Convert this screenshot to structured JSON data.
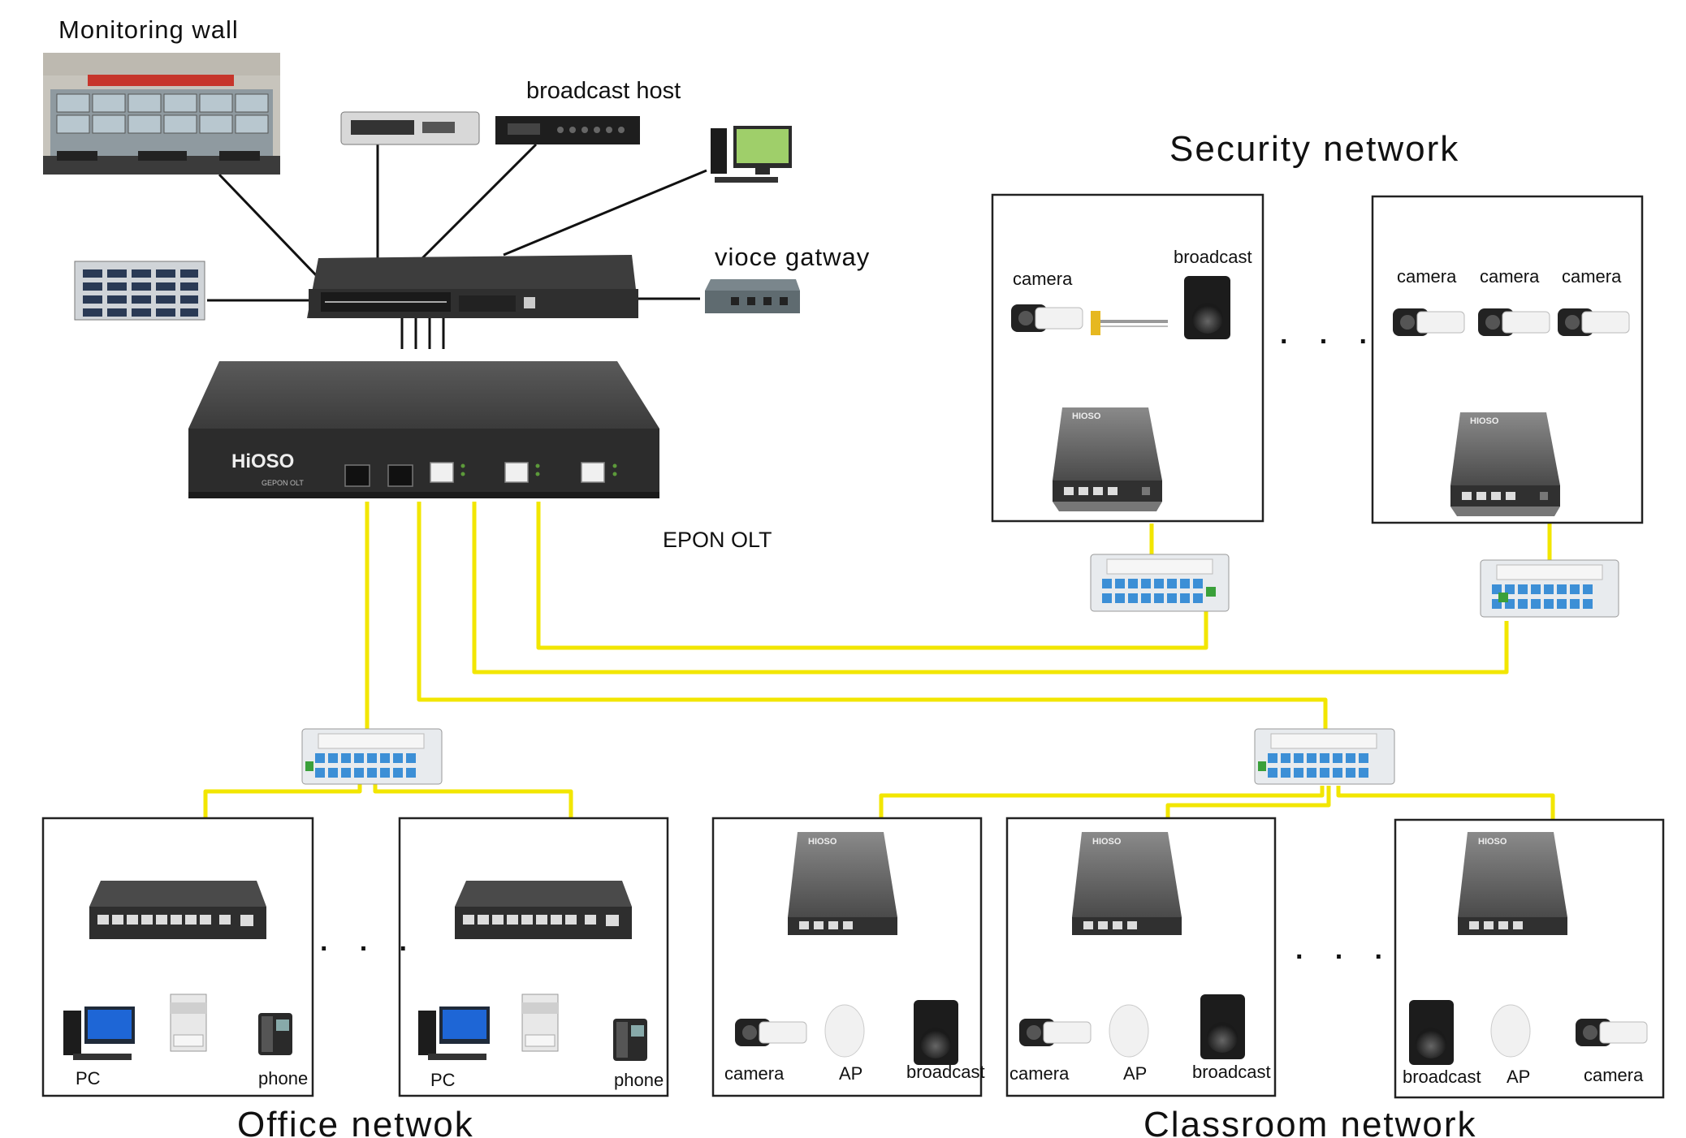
{
  "labels": {
    "monitoring_wall": "Monitoring wall",
    "broadcast_host": "broadcast host",
    "vioce_gatway": "vioce gatway",
    "security_network": "Security network",
    "epon_olt": "EPON OLT",
    "olt_brand": "HiOSO",
    "olt_model": "GEPON OLT",
    "onu_brand": "HIOSO",
    "office_network": "Office netwok",
    "classroom_network": "Classroom network",
    "ellipsis": "· · ·"
  },
  "security_boxes": [
    {
      "labels": [
        "camera",
        "broadcast"
      ]
    },
    {
      "labels": [
        "camera",
        "camera",
        "camera"
      ]
    }
  ],
  "office_boxes": [
    {
      "labels": [
        "PC",
        "phone"
      ]
    },
    {
      "labels": [
        "PC",
        "phone"
      ]
    }
  ],
  "classroom_boxes": [
    {
      "labels": [
        "camera",
        "AP",
        "broadcast"
      ]
    },
    {
      "labels": [
        "camera",
        "AP",
        "broadcast"
      ]
    },
    {
      "labels": [
        "broadcast",
        "AP",
        "camera"
      ]
    }
  ],
  "colors": {
    "fiber": "#f2e600",
    "cable": "#111111",
    "device_dark": "#3a3a3a",
    "splitter_port": "#3c8fd6"
  }
}
